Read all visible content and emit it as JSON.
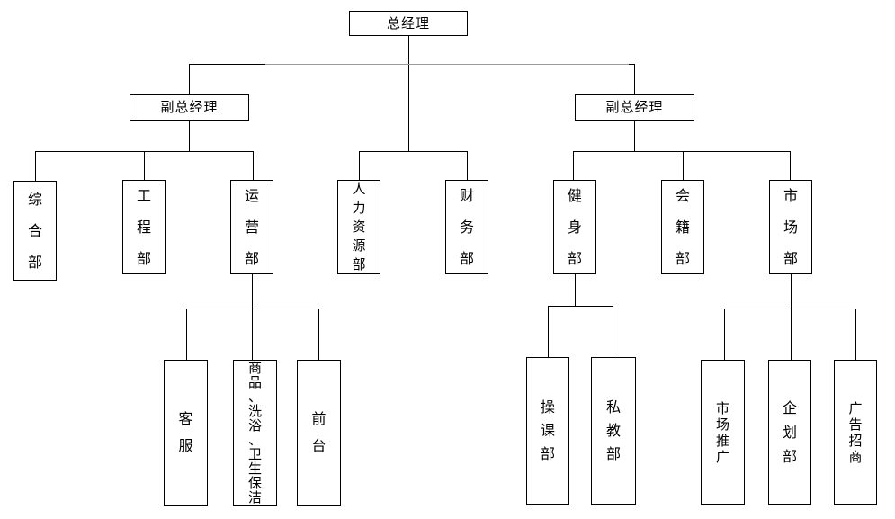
{
  "diagram": {
    "type": "org-chart",
    "background_color": "#ffffff",
    "line_color": "#000000",
    "secondary_line_color": "#9a9a9a",
    "box_border_color": "#000000",
    "text_color": "#000000"
  },
  "tree": {
    "label": "总经理",
    "children": [
      {
        "label": "副总经理",
        "children": [
          {
            "label": "综合部"
          },
          {
            "label": "工程部"
          },
          {
            "label": "运营部",
            "children": [
              {
                "label": "客服"
              },
              {
                "label": "商品、洗浴、卫生保洁"
              },
              {
                "label": "前台"
              }
            ]
          }
        ]
      },
      {
        "label": "人力资源部"
      },
      {
        "label": "财务部"
      },
      {
        "label": "副总经理",
        "children": [
          {
            "label": "健身部",
            "children": [
              {
                "label": "操课部"
              },
              {
                "label": "私教部"
              }
            ]
          },
          {
            "label": "会籍部"
          },
          {
            "label": "市场部",
            "children": [
              {
                "label": "市场推广"
              },
              {
                "label": "企划部"
              },
              {
                "label": "广告招商"
              }
            ]
          }
        ]
      }
    ]
  }
}
